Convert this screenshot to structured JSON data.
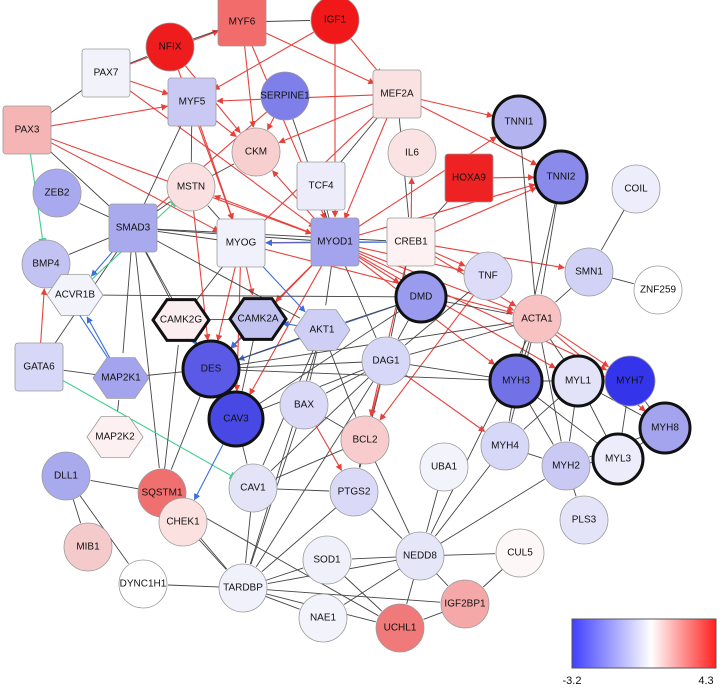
{
  "color_scale": {
    "min": -3.2,
    "max": 4.3,
    "min_label": "-3.2",
    "max_label": "4.3",
    "low_color": "#3f3fff",
    "mid_color": "#ffffff",
    "high_color": "#ff2020"
  },
  "edge_colors": {
    "interaction": "#444444",
    "activation": "#e8413c",
    "inhibition": "#3ccf8e",
    "other": "#3b6fe0"
  },
  "nodes": [
    {
      "id": "NFIX",
      "label": "NFIX",
      "shape": "circle",
      "fill": "#ee1c1c",
      "bold": false
    },
    {
      "id": "MYF6",
      "label": "MYF6",
      "shape": "rect",
      "fill": "#f26c6c",
      "bold": false
    },
    {
      "id": "IGF1",
      "label": "IGF1",
      "shape": "circle",
      "fill": "#f01818",
      "bold": false
    },
    {
      "id": "PAX7",
      "label": "PAX7",
      "shape": "rect",
      "fill": "#f2f2fb",
      "bold": false
    },
    {
      "id": "MYF5",
      "label": "MYF5",
      "shape": "rect",
      "fill": "#c9c9f4",
      "bold": false
    },
    {
      "id": "SERPINE1",
      "label": "SERPINE1",
      "shape": "circle",
      "fill": "#7f7fea",
      "bold": false
    },
    {
      "id": "MEF2A",
      "label": "MEF2A",
      "shape": "rect",
      "fill": "#fbe2e2",
      "bold": false
    },
    {
      "id": "PAX3",
      "label": "PAX3",
      "shape": "rect",
      "fill": "#f5b5b5",
      "bold": false
    },
    {
      "id": "TNNI1",
      "label": "TNNI1",
      "shape": "circle",
      "fill": "#b3b3f0",
      "bold": true
    },
    {
      "id": "IL6",
      "label": "IL6",
      "shape": "circle",
      "fill": "#fbe3e3",
      "bold": false
    },
    {
      "id": "CKM",
      "label": "CKM",
      "shape": "circle",
      "fill": "#f8cfcf",
      "bold": false
    },
    {
      "id": "MSTN",
      "label": "MSTN",
      "shape": "circle",
      "fill": "#fae0e0",
      "bold": false
    },
    {
      "id": "HOXA9",
      "label": "HOXA9",
      "shape": "rect",
      "fill": "#ee2222",
      "bold": false
    },
    {
      "id": "TNNI2",
      "label": "TNNI2",
      "shape": "circle",
      "fill": "#8a8aea",
      "bold": true
    },
    {
      "id": "TCF4",
      "label": "TCF4",
      "shape": "rect",
      "fill": "#ececfb",
      "bold": false
    },
    {
      "id": "ZEB2",
      "label": "ZEB2",
      "shape": "circle",
      "fill": "#a9a9f0",
      "bold": false
    },
    {
      "id": "SMAD3",
      "label": "SMAD3",
      "shape": "rect",
      "fill": "#a9a9ee",
      "bold": false
    },
    {
      "id": "MYOG",
      "label": "MYOG",
      "shape": "rect",
      "fill": "#f1f1fb",
      "bold": false
    },
    {
      "id": "MYOD1",
      "label": "MYOD1",
      "shape": "rect",
      "fill": "#a4a4ee",
      "bold": false
    },
    {
      "id": "CREB1",
      "label": "CREB1",
      "shape": "rect",
      "fill": "#fdf1f1",
      "bold": false
    },
    {
      "id": "COIL",
      "label": "COIL",
      "shape": "circle",
      "fill": "#ededfb",
      "bold": false
    },
    {
      "id": "BMP4",
      "label": "BMP4",
      "shape": "circle",
      "fill": "#c3c3f3",
      "bold": false
    },
    {
      "id": "ACVR1B",
      "label": "ACVR1B",
      "shape": "hex",
      "fill": "#f3f3fb",
      "bold": false
    },
    {
      "id": "TNF",
      "label": "TNF",
      "shape": "circle",
      "fill": "#dcdcf8",
      "bold": false
    },
    {
      "id": "SMN1",
      "label": "SMN1",
      "shape": "circle",
      "fill": "#d2d2f6",
      "bold": false
    },
    {
      "id": "ZNF259",
      "label": "ZNF259",
      "shape": "circle",
      "fill": "#ffffff",
      "bold": false
    },
    {
      "id": "CAMK2G",
      "label": "CAMK2G",
      "shape": "hex",
      "fill": "#fbeef0",
      "bold": true
    },
    {
      "id": "CAMK2A",
      "label": "CAMK2A",
      "shape": "hex",
      "fill": "#c3c3f1",
      "bold": true
    },
    {
      "id": "DMD",
      "label": "DMD",
      "shape": "circle",
      "fill": "#9a9aee",
      "bold": true
    },
    {
      "id": "ACTA1",
      "label": "ACTA1",
      "shape": "circle",
      "fill": "#f8c2c2",
      "bold": false
    },
    {
      "id": "AKT1",
      "label": "AKT1",
      "shape": "hex",
      "fill": "#cfcff6",
      "bold": false
    },
    {
      "id": "GATA6",
      "label": "GATA6",
      "shape": "rect",
      "fill": "#d7d7f7",
      "bold": false
    },
    {
      "id": "MAP2K1",
      "label": "MAP2K1",
      "shape": "hex",
      "fill": "#a4a4ee",
      "bold": false
    },
    {
      "id": "DES",
      "label": "DES",
      "shape": "circle",
      "fill": "#5a5ae6",
      "bold": true
    },
    {
      "id": "DAG1",
      "label": "DAG1",
      "shape": "circle",
      "fill": "#d7d7f7",
      "bold": false
    },
    {
      "id": "MYH3",
      "label": "MYH3",
      "shape": "circle",
      "fill": "#7272e6",
      "bold": true
    },
    {
      "id": "MYL1",
      "label": "MYL1",
      "shape": "circle",
      "fill": "#e2e2f9",
      "bold": true
    },
    {
      "id": "MYH7",
      "label": "MYH7",
      "shape": "circle",
      "fill": "#3434ea",
      "bold": false
    },
    {
      "id": "CAV3",
      "label": "CAV3",
      "shape": "circle",
      "fill": "#4848e4",
      "bold": true
    },
    {
      "id": "BAX",
      "label": "BAX",
      "shape": "circle",
      "fill": "#dadaf8",
      "bold": false
    },
    {
      "id": "MAP2K2",
      "label": "MAP2K2",
      "shape": "hex",
      "fill": "#fcf0f0",
      "bold": false
    },
    {
      "id": "BCL2",
      "label": "BCL2",
      "shape": "circle",
      "fill": "#f8cccc",
      "bold": false
    },
    {
      "id": "MYH8",
      "label": "MYH8",
      "shape": "circle",
      "fill": "#a4a4ee",
      "bold": true
    },
    {
      "id": "MYH4",
      "label": "MYH4",
      "shape": "circle",
      "fill": "#d7d7f7",
      "bold": false
    },
    {
      "id": "MYH2",
      "label": "MYH2",
      "shape": "circle",
      "fill": "#c9c9f4",
      "bold": false
    },
    {
      "id": "MYL3",
      "label": "MYL3",
      "shape": "circle",
      "fill": "#ececfb",
      "bold": true
    },
    {
      "id": "DLL1",
      "label": "DLL1",
      "shape": "circle",
      "fill": "#a9a9ee",
      "bold": false
    },
    {
      "id": "SQSTM1",
      "label": "SQSTM1",
      "shape": "circle",
      "fill": "#f07070",
      "bold": false
    },
    {
      "id": "CAV1",
      "label": "CAV1",
      "shape": "circle",
      "fill": "#e4e4f9",
      "bold": false
    },
    {
      "id": "PTGS2",
      "label": "PTGS2",
      "shape": "circle",
      "fill": "#dadaf8",
      "bold": false
    },
    {
      "id": "UBA1",
      "label": "UBA1",
      "shape": "circle",
      "fill": "#f3f3fc",
      "bold": false
    },
    {
      "id": "CHEK1",
      "label": "CHEK1",
      "shape": "circle",
      "fill": "#fce1e1",
      "bold": false
    },
    {
      "id": "PLS3",
      "label": "PLS3",
      "shape": "circle",
      "fill": "#e4e4f9",
      "bold": false
    },
    {
      "id": "MIB1",
      "label": "MIB1",
      "shape": "circle",
      "fill": "#f5caca",
      "bold": false
    },
    {
      "id": "SOD1",
      "label": "SOD1",
      "shape": "circle",
      "fill": "#f0f0fb",
      "bold": false
    },
    {
      "id": "NEDD8",
      "label": "NEDD8",
      "shape": "circle",
      "fill": "#e6e6f9",
      "bold": false
    },
    {
      "id": "CUL5",
      "label": "CUL5",
      "shape": "circle",
      "fill": "#fdf7f7",
      "bold": false
    },
    {
      "id": "DYNC1H1",
      "label": "DYNC1H1",
      "shape": "circle",
      "fill": "#ffffff",
      "bold": false
    },
    {
      "id": "TARDBP",
      "label": "TARDBP",
      "shape": "circle",
      "fill": "#f1f1fb",
      "bold": false
    },
    {
      "id": "IGF2BP1",
      "label": "IGF2BP1",
      "shape": "circle",
      "fill": "#f4a8a8",
      "bold": false
    },
    {
      "id": "NAE1",
      "label": "NAE1",
      "shape": "circle",
      "fill": "#f3f3fc",
      "bold": false
    },
    {
      "id": "UCHL1",
      "label": "UCHL1",
      "shape": "circle",
      "fill": "#f07a7a",
      "bold": false
    }
  ],
  "edges": [
    [
      "PAX3",
      "PAX7",
      "interaction"
    ],
    [
      "PAX3",
      "MYF5",
      "activation"
    ],
    [
      "PAX3",
      "MYOD1",
      "activation"
    ],
    [
      "PAX3",
      "SMAD3",
      "interaction"
    ],
    [
      "PAX3",
      "BMP4",
      "inhibition"
    ],
    [
      "PAX3",
      "MYOG",
      "activation"
    ],
    [
      "PAX7",
      "MYF5",
      "activation"
    ],
    [
      "PAX7",
      "NFIX",
      "interaction"
    ],
    [
      "PAX7",
      "MYOD1",
      "activation"
    ],
    [
      "PAX7",
      "MYF6",
      "activation"
    ],
    [
      "NFIX",
      "MYF6",
      "interaction"
    ],
    [
      "NFIX",
      "CKM",
      "activation"
    ],
    [
      "NFIX",
      "MYOG",
      "activation"
    ],
    [
      "MYF6",
      "IGF1",
      "interaction"
    ],
    [
      "MYF6",
      "CKM",
      "activation"
    ],
    [
      "MYF6",
      "MEF2A",
      "activation"
    ],
    [
      "MYF6",
      "MYOD1",
      "activation"
    ],
    [
      "IGF1",
      "MEF2A",
      "activation"
    ],
    [
      "IGF1",
      "MYF5",
      "activation"
    ],
    [
      "IGF1",
      "MYOD1",
      "activation"
    ],
    [
      "MYF5",
      "CKM",
      "activation"
    ],
    [
      "MYF5",
      "MYOG",
      "activation"
    ],
    [
      "MYF5",
      "MSTN",
      "interaction"
    ],
    [
      "MYF5",
      "SMAD3",
      "interaction"
    ],
    [
      "SERPINE1",
      "MYOD1",
      "interaction"
    ],
    [
      "SERPINE1",
      "SMAD3",
      "activation"
    ],
    [
      "SERPINE1",
      "CKM",
      "activation"
    ],
    [
      "MEF2A",
      "MYOD1",
      "activation"
    ],
    [
      "MEF2A",
      "CKM",
      "activation"
    ],
    [
      "MEF2A",
      "TNNI1",
      "activation"
    ],
    [
      "MEF2A",
      "CREB1",
      "interaction"
    ],
    [
      "MEF2A",
      "MYOG",
      "activation"
    ],
    [
      "MEF2A",
      "TCF4",
      "interaction"
    ],
    [
      "MEF2A",
      "TNNI2",
      "activation"
    ],
    [
      "MEF2A",
      "MYF5",
      "activation"
    ],
    [
      "MYOD1",
      "MYOG",
      "activation"
    ],
    [
      "MYOD1",
      "CKM",
      "activation"
    ],
    [
      "MYOD1",
      "CREB1",
      "interaction"
    ],
    [
      "MYOD1",
      "TCF4",
      "interaction"
    ],
    [
      "MYOD1",
      "DMD",
      "activation"
    ],
    [
      "MYOD1",
      "ACTA1",
      "activation"
    ],
    [
      "MYOD1",
      "DES",
      "activation"
    ],
    [
      "MYOD1",
      "CAMK2A",
      "activation"
    ],
    [
      "MYOD1",
      "TNNI1",
      "activation"
    ],
    [
      "MYOD1",
      "TNNI2",
      "activation"
    ],
    [
      "MYOD1",
      "MYH3",
      "activation"
    ],
    [
      "MYOD1",
      "SMAD3",
      "interaction"
    ],
    [
      "MYOD1",
      "MSTN",
      "activation"
    ],
    [
      "MYOD1",
      "MYL1",
      "activation"
    ],
    [
      "MYOD1",
      "AKT1",
      "interaction"
    ],
    [
      "MYOD1",
      "DAG1",
      "interaction"
    ],
    [
      "MYOD1",
      "MYH7",
      "activation"
    ],
    [
      "MYOD1",
      "CAV3",
      "activation"
    ],
    [
      "MYOD1",
      "TNF",
      "activation"
    ],
    [
      "MYOG",
      "DES",
      "activation"
    ],
    [
      "MYOG",
      "CAMK2A",
      "activation"
    ],
    [
      "MYOG",
      "CAMK2G",
      "interaction"
    ],
    [
      "MYOG",
      "SMAD3",
      "interaction"
    ],
    [
      "MYOG",
      "AKT1",
      "other"
    ],
    [
      "MYOG",
      "CAV3",
      "activation"
    ],
    [
      "MYOG",
      "ACTA1",
      "activation"
    ],
    [
      "MYOG",
      "MSTN",
      "interaction"
    ],
    [
      "MSTN",
      "SMAD3",
      "interaction"
    ],
    [
      "MSTN",
      "CKM",
      "interaction"
    ],
    [
      "MSTN",
      "DES",
      "activation"
    ],
    [
      "SMAD3",
      "ZEB2",
      "interaction"
    ],
    [
      "SMAD3",
      "BMP4",
      "interaction"
    ],
    [
      "SMAD3",
      "ACVR1B",
      "other"
    ],
    [
      "SMAD3",
      "CREB1",
      "interaction"
    ],
    [
      "SMAD3",
      "AKT1",
      "interaction"
    ],
    [
      "SMAD3",
      "SQSTM1",
      "interaction"
    ],
    [
      "SMAD3",
      "MAP2K1",
      "interaction"
    ],
    [
      "SMAD3",
      "CAMK2G",
      "interaction"
    ],
    [
      "SMAD3",
      "DES",
      "interaction"
    ],
    [
      "SMAD3",
      "GATA6",
      "interaction"
    ],
    [
      "ACVR1B",
      "MSTN",
      "inhibition"
    ],
    [
      "ACVR1B",
      "DMD",
      "interaction"
    ],
    [
      "CREB1",
      "IL6",
      "activation"
    ],
    [
      "CREB1",
      "HOXA9",
      "interaction"
    ],
    [
      "CREB1",
      "TNNI2",
      "activation"
    ],
    [
      "CREB1",
      "ACTA1",
      "activation"
    ],
    [
      "CREB1",
      "SMN1",
      "activation"
    ],
    [
      "CREB1",
      "DAG1",
      "interaction"
    ],
    [
      "CREB1",
      "BCL2",
      "activation"
    ],
    [
      "CREB1",
      "TNF",
      "activation"
    ],
    [
      "CREB1",
      "MYOG",
      "other"
    ],
    [
      "HOXA9",
      "TNNI2",
      "activation"
    ],
    [
      "TNNI1",
      "ACTA1",
      "interaction"
    ],
    [
      "TNNI2",
      "ACTA1",
      "interaction"
    ],
    [
      "TNNI2",
      "MYH3",
      "interaction"
    ],
    [
      "COIL",
      "SMN1",
      "interaction"
    ],
    [
      "SMN1",
      "ZNF259",
      "interaction"
    ],
    [
      "SMN1",
      "ACTA1",
      "interaction"
    ],
    [
      "TNF",
      "BCL2",
      "activation"
    ],
    [
      "TNF",
      "DAG1",
      "interaction"
    ],
    [
      "DMD",
      "ACTA1",
      "interaction"
    ],
    [
      "DMD",
      "DAG1",
      "interaction"
    ],
    [
      "DMD",
      "CAV3",
      "interaction"
    ],
    [
      "DMD",
      "DES",
      "other"
    ],
    [
      "DMD",
      "AKT1",
      "interaction"
    ],
    [
      "ACTA1",
      "MYH3",
      "interaction"
    ],
    [
      "ACTA1",
      "MYL1",
      "interaction"
    ],
    [
      "ACTA1",
      "MYH7",
      "activation"
    ],
    [
      "ACTA1",
      "MYH4",
      "interaction"
    ],
    [
      "ACTA1",
      "MYH2",
      "interaction"
    ],
    [
      "ACTA1",
      "DAG1",
      "interaction"
    ],
    [
      "ACTA1",
      "NEDD8",
      "interaction"
    ],
    [
      "ACTA1",
      "MYH8",
      "activation"
    ],
    [
      "ACTA1",
      "DES",
      "interaction"
    ],
    [
      "MYH3",
      "MYL1",
      "interaction"
    ],
    [
      "MYH3",
      "MYH7",
      "interaction"
    ],
    [
      "MYH3",
      "MYH4",
      "interaction"
    ],
    [
      "MYH3",
      "MYH2",
      "interaction"
    ],
    [
      "MYH3",
      "MYL3",
      "interaction"
    ],
    [
      "MYL1",
      "MYH7",
      "interaction"
    ],
    [
      "MYL1",
      "MYH8",
      "interaction"
    ],
    [
      "MYL1",
      "MYH2",
      "interaction"
    ],
    [
      "MYL1",
      "MYL3",
      "interaction"
    ],
    [
      "MYL1",
      "MYH4",
      "interaction"
    ],
    [
      "MYH7",
      "MYH8",
      "interaction"
    ],
    [
      "MYH7",
      "MYL3",
      "interaction"
    ],
    [
      "MYH8",
      "MYL3",
      "interaction"
    ],
    [
      "MYH8",
      "MYH2",
      "interaction"
    ],
    [
      "MYH4",
      "MYH2",
      "interaction"
    ],
    [
      "MYH2",
      "MYL3",
      "interaction"
    ],
    [
      "MYH2",
      "PLS3",
      "interaction"
    ],
    [
      "MYH4",
      "NEDD8",
      "interaction"
    ],
    [
      "DAG1",
      "CAV3",
      "interaction"
    ],
    [
      "DAG1",
      "BAX",
      "interaction"
    ],
    [
      "DAG1",
      "PTGS2",
      "interaction"
    ],
    [
      "DAG1",
      "BCL2",
      "activation"
    ],
    [
      "DAG1",
      "DES",
      "interaction"
    ],
    [
      "DAG1",
      "MYH3",
      "interaction"
    ],
    [
      "DAG1",
      "MYH4",
      "activation"
    ],
    [
      "DAG1",
      "CAV1",
      "interaction"
    ],
    [
      "DAG1",
      "TARDBP",
      "interaction"
    ],
    [
      "AKT1",
      "DES",
      "interaction"
    ],
    [
      "AKT1",
      "BAX",
      "interaction"
    ],
    [
      "AKT1",
      "CAV1",
      "interaction"
    ],
    [
      "AKT1",
      "BCL2",
      "interaction"
    ],
    [
      "AKT1",
      "CAMK2A",
      "other"
    ],
    [
      "AKT1",
      "TARDBP",
      "interaction"
    ],
    [
      "CAMK2A",
      "CAMK2G",
      "interaction"
    ],
    [
      "CAMK2A",
      "DES",
      "other"
    ],
    [
      "CAMK2G",
      "DES",
      "other"
    ],
    [
      "CAMK2A",
      "CAV3",
      "interaction"
    ],
    [
      "DES",
      "CAV3",
      "interaction"
    ],
    [
      "DES",
      "MAP2K1",
      "interaction"
    ],
    [
      "DES",
      "SQSTM1",
      "interaction"
    ],
    [
      "DES",
      "MYH3",
      "interaction"
    ],
    [
      "MAP2K1",
      "MAP2K2",
      "interaction"
    ],
    [
      "MAP2K1",
      "GATA6",
      "interaction"
    ],
    [
      "MAP2K1",
      "BMP4",
      "other"
    ],
    [
      "MAP2K1",
      "ACVR1B",
      "other"
    ],
    [
      "GATA6",
      "BMP4",
      "activation"
    ],
    [
      "GATA6",
      "CAV1",
      "inhibition"
    ],
    [
      "BAX",
      "BCL2",
      "interaction"
    ],
    [
      "BAX",
      "PTGS2",
      "activation"
    ],
    [
      "BAX",
      "TARDBP",
      "interaction"
    ],
    [
      "BCL2",
      "CAV1",
      "interaction"
    ],
    [
      "BCL2",
      "PTGS2",
      "interaction"
    ],
    [
      "BCL2",
      "NEDD8",
      "interaction"
    ],
    [
      "CAV3",
      "CAV1",
      "interaction"
    ],
    [
      "CAV3",
      "CHEK1",
      "other"
    ],
    [
      "SQSTM1",
      "CHEK1",
      "activation"
    ],
    [
      "SQSTM1",
      "TARDBP",
      "interaction"
    ],
    [
      "SQSTM1",
      "UCHL1",
      "interaction"
    ],
    [
      "SQSTM1",
      "DLL1",
      "interaction"
    ],
    [
      "SQSTM1",
      "CAMK2G",
      "interaction"
    ],
    [
      "DLL1",
      "MIB1",
      "interaction"
    ],
    [
      "DLL1",
      "DYNC1H1",
      "interaction"
    ],
    [
      "CHEK1",
      "TARDBP",
      "interaction"
    ],
    [
      "CAV1",
      "PTGS2",
      "interaction"
    ],
    [
      "CAV1",
      "TARDBP",
      "interaction"
    ],
    [
      "PTGS2",
      "NEDD8",
      "interaction"
    ],
    [
      "PTGS2",
      "TARDBP",
      "interaction"
    ],
    [
      "UBA1",
      "NEDD8",
      "interaction"
    ],
    [
      "NEDD8",
      "CUL5",
      "interaction"
    ],
    [
      "NEDD8",
      "IGF2BP1",
      "interaction"
    ],
    [
      "NEDD8",
      "NAE1",
      "interaction"
    ],
    [
      "NEDD8",
      "SOD1",
      "interaction"
    ],
    [
      "NEDD8",
      "TARDBP",
      "interaction"
    ],
    [
      "NEDD8",
      "UCHL1",
      "interaction"
    ],
    [
      "NEDD8",
      "MYH2",
      "interaction"
    ],
    [
      "TARDBP",
      "SOD1",
      "interaction"
    ],
    [
      "TARDBP",
      "NAE1",
      "interaction"
    ],
    [
      "TARDBP",
      "DYNC1H1",
      "interaction"
    ],
    [
      "TARDBP",
      "IGF2BP1",
      "interaction"
    ],
    [
      "TARDBP",
      "UCHL1",
      "interaction"
    ],
    [
      "SOD1",
      "UCHL1",
      "interaction"
    ],
    [
      "IGF2BP1",
      "UCHL1",
      "interaction"
    ],
    [
      "CUL5",
      "IGF2BP1",
      "interaction"
    ]
  ]
}
